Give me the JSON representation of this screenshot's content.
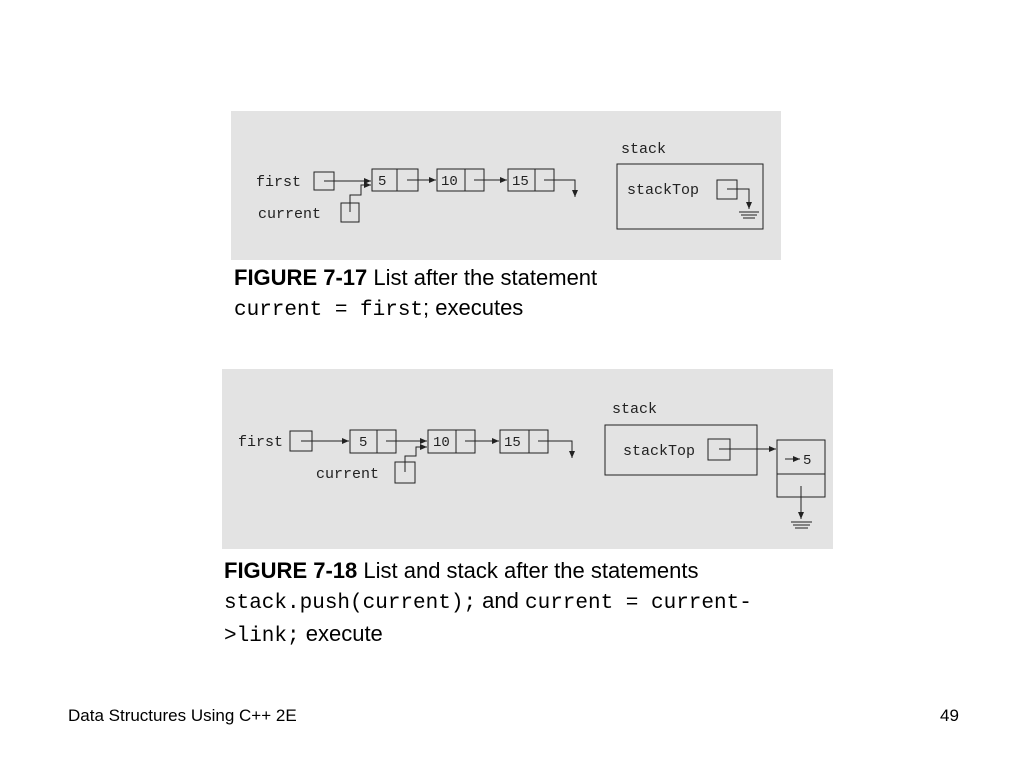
{
  "figure1": {
    "labels": {
      "first": "first",
      "current": "current",
      "stack": "stack",
      "stackTop": "stackTop"
    },
    "nodes": [
      "5",
      "10",
      "15"
    ]
  },
  "caption1": {
    "number": "FIGURE 7-17",
    "text": " List after the statement",
    "code": "current = first",
    "tail": "; executes"
  },
  "figure2": {
    "labels": {
      "first": "first",
      "current": "current",
      "stack": "stack",
      "stackTop": "stackTop"
    },
    "nodes": [
      "5",
      "10",
      "15"
    ],
    "stack_node": "5"
  },
  "caption2": {
    "number": "FIGURE 7-18",
    "text": " List and stack after the statements",
    "code1": "stack.push(current);",
    "and": " and ",
    "code2a": "current = current-",
    "code2b": ">link;",
    "tail": " execute"
  },
  "footer": {
    "title": "Data Structures Using C++ 2E",
    "page": "49"
  }
}
